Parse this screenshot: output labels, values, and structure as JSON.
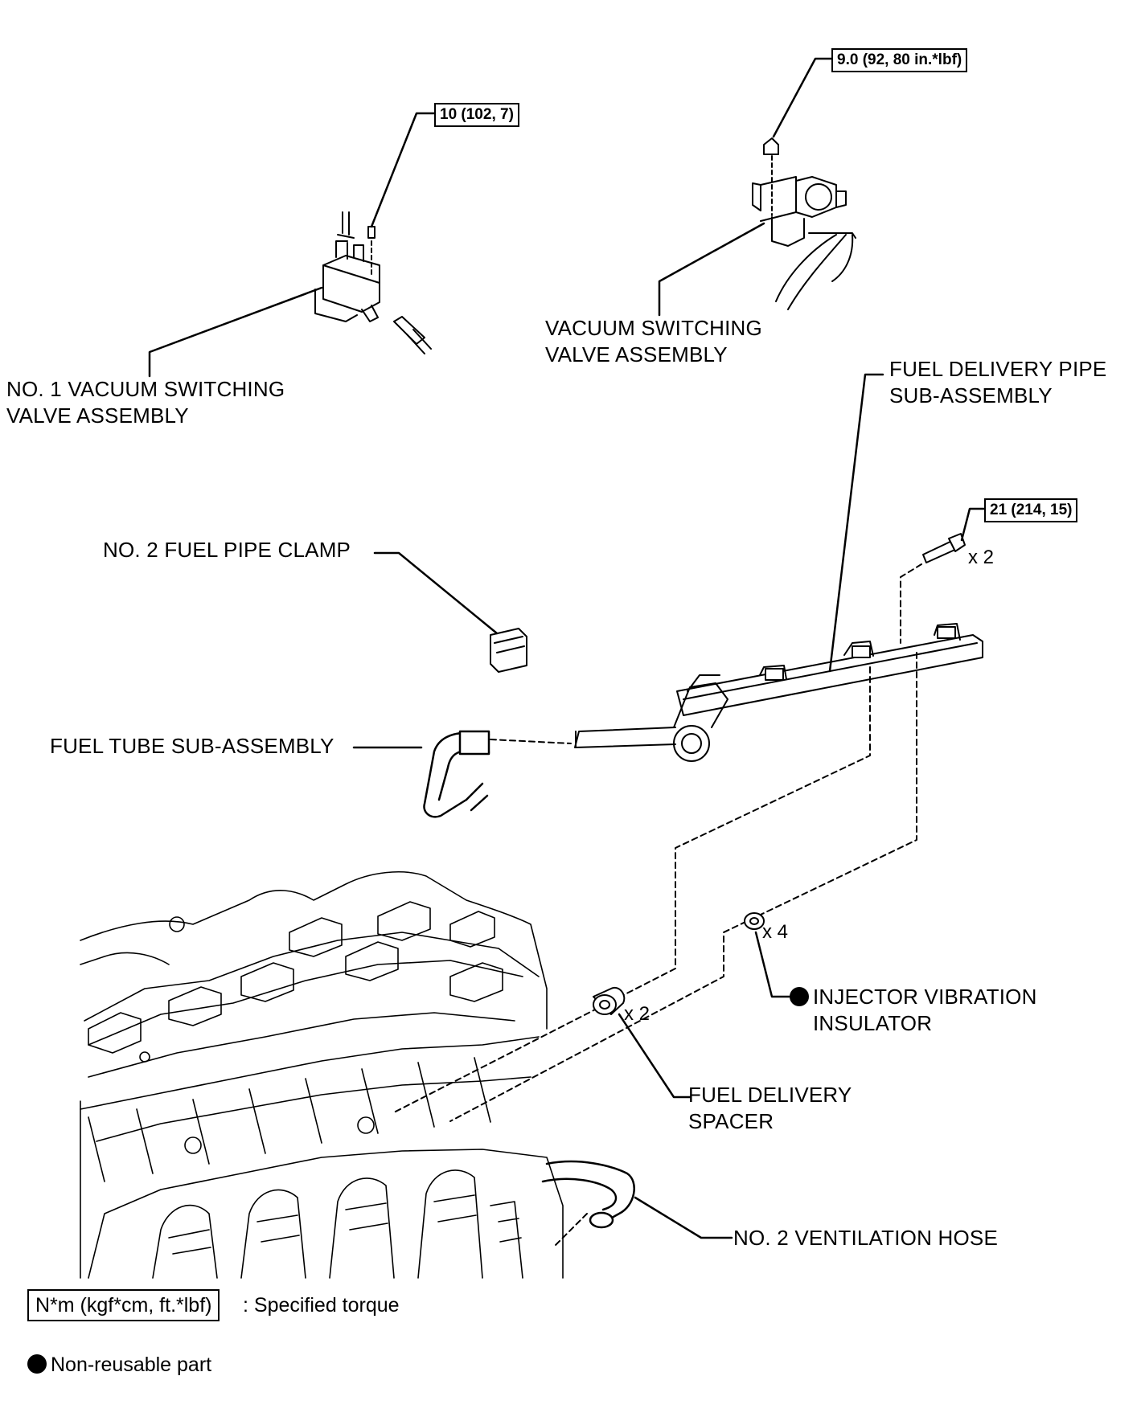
{
  "torques": {
    "vsv_no1": "10 (102, 7)",
    "vsv": "9.0 (92, 80 in.*lbf)",
    "delivery_pipe_bolt": "21 (214, 15)"
  },
  "labels": {
    "no1_vsv": [
      "NO. 1 VACUUM SWITCHING",
      "VALVE ASSEMBLY"
    ],
    "vsv": [
      "VACUUM SWITCHING",
      "VALVE ASSEMBLY"
    ],
    "fuel_delivery_pipe": [
      "FUEL DELIVERY PIPE",
      "SUB-ASSEMBLY"
    ],
    "fuel_pipe_clamp": "NO. 2 FUEL PIPE CLAMP",
    "fuel_tube": "FUEL TUBE SUB-ASSEMBLY",
    "injector_insulator": [
      "INJECTOR VIBRATION",
      "INSULATOR"
    ],
    "fuel_delivery_spacer": [
      "FUEL DELIVERY",
      "SPACER"
    ],
    "ventilation_hose": "NO. 2 VENTILATION HOSE"
  },
  "quantities": {
    "bolt": "x 2",
    "insulator": "x 4",
    "spacer": "x 2"
  },
  "legend": {
    "torque_unit": "N*m (kgf*cm, ft.*lbf)",
    "torque_desc": ": Specified torque",
    "nonreusable": "Non-reusable part"
  },
  "icons": {
    "nonreusable_marker": "filled-circle-icon"
  }
}
